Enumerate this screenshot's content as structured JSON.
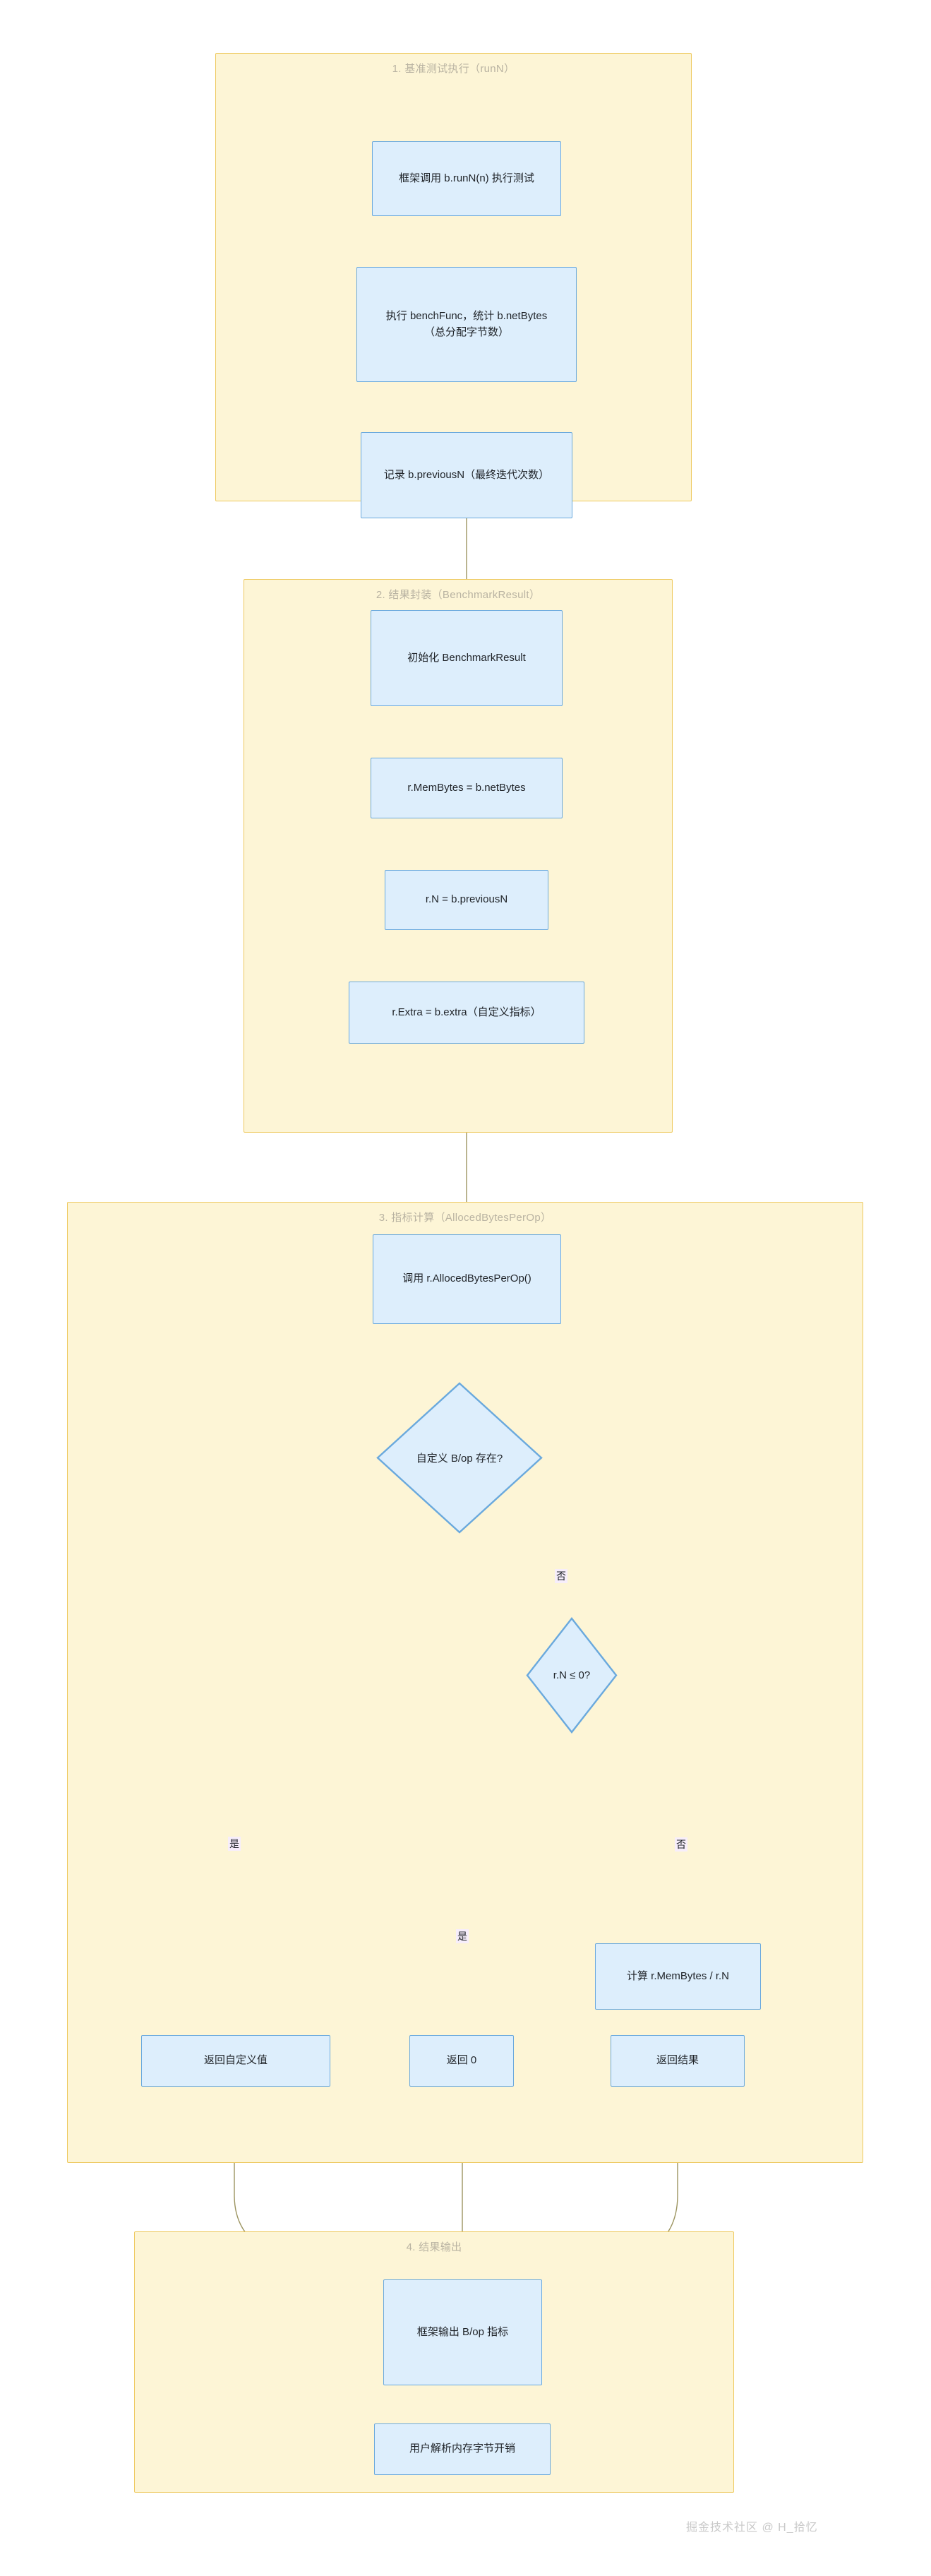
{
  "diagram": {
    "type": "flowchart",
    "direction": "top-down",
    "watermark": "掘金技术社区 @ H_拾忆",
    "colors": {
      "cluster_fill": "#fdf5d6",
      "cluster_border": "#eec95f",
      "cluster_title": "#b9b3a2",
      "node_fill": "#ddeefc",
      "node_border": "#6aa9dd",
      "edge_stroke": "#9c9460",
      "edge_label_bg": "#f7eefb",
      "text": "#1f2328",
      "watermark": "#c9c9c9"
    }
  },
  "clusters": [
    {
      "id": "c1",
      "title": "1. 基准测试执行（runN）"
    },
    {
      "id": "c2",
      "title": "2. 结果封装（BenchmarkResult）"
    },
    {
      "id": "c3",
      "title": "3. 指标计算（AllocedBytesPerOp）"
    },
    {
      "id": "c4",
      "title": "4. 结果输出"
    }
  ],
  "nodes": [
    {
      "id": "n1",
      "cluster": "c1",
      "shape": "rect",
      "label": "框架调用 b.runN(n) 执行测试"
    },
    {
      "id": "n2",
      "cluster": "c1",
      "shape": "rect",
      "label_line1": "执行 benchFunc，统计 b.netBytes",
      "label_line2": "（总分配字节数）"
    },
    {
      "id": "n3",
      "cluster": "c1",
      "shape": "rect",
      "label": "记录 b.previousN（最终迭代次数）"
    },
    {
      "id": "n4",
      "cluster": "c2",
      "shape": "rect",
      "label": "初始化 BenchmarkResult"
    },
    {
      "id": "n5",
      "cluster": "c2",
      "shape": "rect",
      "label": "r.MemBytes = b.netBytes"
    },
    {
      "id": "n6",
      "cluster": "c2",
      "shape": "rect",
      "label": "r.N = b.previousN"
    },
    {
      "id": "n7",
      "cluster": "c2",
      "shape": "rect",
      "label": "r.Extra = b.extra（自定义指标）"
    },
    {
      "id": "n8",
      "cluster": "c3",
      "shape": "rect",
      "label": "调用 r.AllocedBytesPerOp()"
    },
    {
      "id": "d1",
      "cluster": "c3",
      "shape": "diamond",
      "label": "自定义 B/op 存在?"
    },
    {
      "id": "d2",
      "cluster": "c3",
      "shape": "diamond",
      "label": "r.N ≤ 0?"
    },
    {
      "id": "n9",
      "cluster": "c3",
      "shape": "rect",
      "label": "计算 r.MemBytes / r.N"
    },
    {
      "id": "n10",
      "cluster": "c3",
      "shape": "rect",
      "label": "返回自定义值"
    },
    {
      "id": "n11",
      "cluster": "c3",
      "shape": "rect",
      "label": "返回 0"
    },
    {
      "id": "n12",
      "cluster": "c3",
      "shape": "rect",
      "label": "返回结果"
    },
    {
      "id": "n13",
      "cluster": "c4",
      "shape": "rect",
      "label": "框架输出 B/op 指标"
    },
    {
      "id": "n14",
      "cluster": "c4",
      "shape": "rect",
      "label": "用户解析内存字节开销"
    }
  ],
  "edges": [
    {
      "from": "n1",
      "to": "n2",
      "label": ""
    },
    {
      "from": "n2",
      "to": "n3",
      "label": ""
    },
    {
      "from": "n3",
      "to": "n4",
      "label": ""
    },
    {
      "from": "n4",
      "to": "n5",
      "label": ""
    },
    {
      "from": "n5",
      "to": "n6",
      "label": ""
    },
    {
      "from": "n6",
      "to": "n7",
      "label": ""
    },
    {
      "from": "n7",
      "to": "n8",
      "label": ""
    },
    {
      "from": "n8",
      "to": "d1",
      "label": ""
    },
    {
      "from": "d1",
      "to": "n10",
      "label": "是"
    },
    {
      "from": "d1",
      "to": "d2",
      "label": "否"
    },
    {
      "from": "d2",
      "to": "n11",
      "label": "是"
    },
    {
      "from": "d2",
      "to": "n9",
      "label": "否"
    },
    {
      "from": "n9",
      "to": "n12",
      "label": ""
    },
    {
      "from": "n10",
      "to": "n13",
      "label": ""
    },
    {
      "from": "n11",
      "to": "n13",
      "label": ""
    },
    {
      "from": "n12",
      "to": "n13",
      "label": ""
    },
    {
      "from": "n13",
      "to": "n14",
      "label": ""
    }
  ],
  "edge_labels": [
    {
      "id": "el1",
      "text": "否"
    },
    {
      "id": "el2",
      "text": "是"
    },
    {
      "id": "el3",
      "text": "是"
    },
    {
      "id": "el4",
      "text": "否"
    }
  ]
}
